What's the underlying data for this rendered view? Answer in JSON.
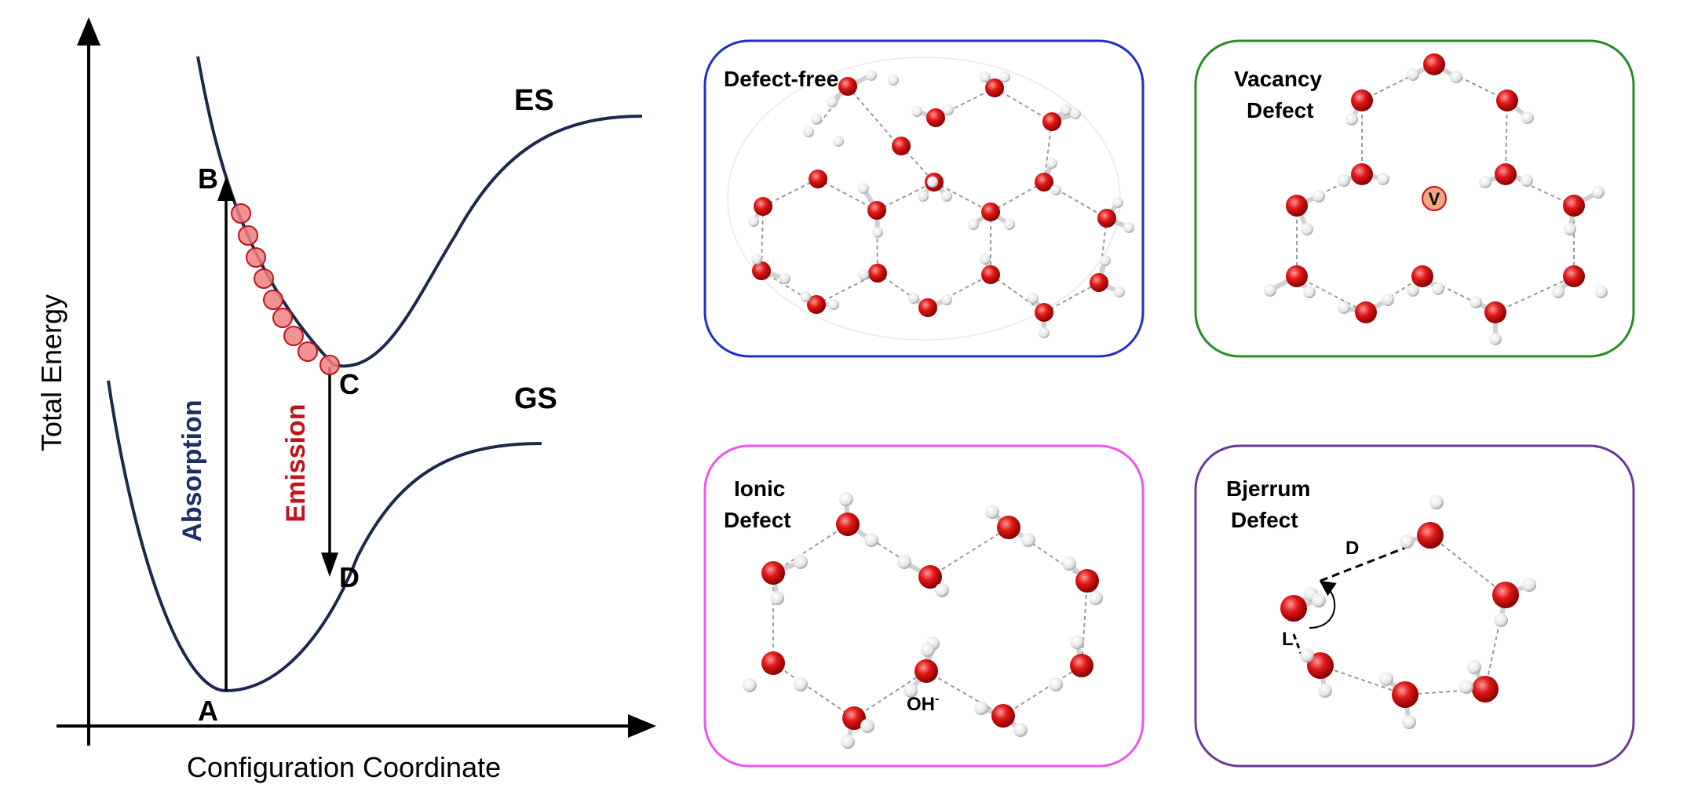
{
  "energy_diagram": {
    "y_axis_label": "Total Energy",
    "x_axis_label": "Configuration Coordinate",
    "curve_es": "ES",
    "curve_gs": "GS",
    "point_a": "A",
    "point_b": "B",
    "point_c": "C",
    "point_d": "D",
    "absorption": "Absorption",
    "emission": "Emission",
    "colors": {
      "curve": "#1b2a4a",
      "absorption": "#1b2e66",
      "emission": "#c0141c",
      "marker": "#f08080"
    }
  },
  "panels": {
    "defect_free": {
      "title": "Defect-free",
      "border_color": "#1f2fcf"
    },
    "vacancy": {
      "title_line1": "Vacancy",
      "title_line2": "Defect",
      "vacancy_mark": "V",
      "border_color": "#2a8a2a"
    },
    "ionic": {
      "title_line1": "Ionic",
      "title_line2": "Defect",
      "hydroxide": "OH",
      "charge": "-",
      "border_color": "#ee55ee"
    },
    "bjerrum": {
      "title_line1": "Bjerrum",
      "title_line2": "Defect",
      "d_label": "D",
      "l_label": "L",
      "border_color": "#6a3a9a"
    }
  }
}
